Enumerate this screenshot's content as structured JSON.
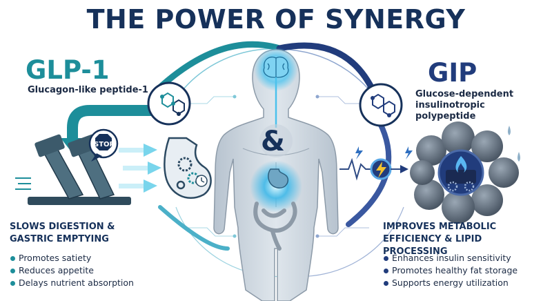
{
  "title": "THE POWER OF SYNERGY",
  "connector": "&",
  "glp1": {
    "abbr": "GLP-1",
    "full_name": "Glucagon-like peptide-1",
    "stop_sign": "STOP",
    "heading_line1": "SLOWS DIGESTION &",
    "heading_line2": "GASTRIC EMPTYING",
    "benefits": [
      "Promotes satiety",
      "Reduces appetite",
      "Delays nutrient absorption"
    ]
  },
  "gip": {
    "abbr": "GIP",
    "full_name_line1": "Glucose-dependent",
    "full_name_line2": "insulinotropic polypeptide",
    "heading_line1": "IMPROVES METABOLIC",
    "heading_line2": "EFFICIENCY & LIPID PROCESSING",
    "benefits": [
      "Enhances insulin sensitivity",
      "Promotes healthy fat storage",
      "Supports energy utilization"
    ]
  },
  "colors": {
    "title": "#16315a",
    "glp1_accent": "#1d8e9a",
    "gip_accent": "#213c7c",
    "glow": "#3fb8e8",
    "body": "#c8d2dc"
  },
  "icons": [
    "molecule-icon",
    "stop-icon",
    "brake-pedal-icon",
    "stomach-gears-icon",
    "lightning-icon",
    "fat-cell-icon",
    "brain-icon"
  ]
}
